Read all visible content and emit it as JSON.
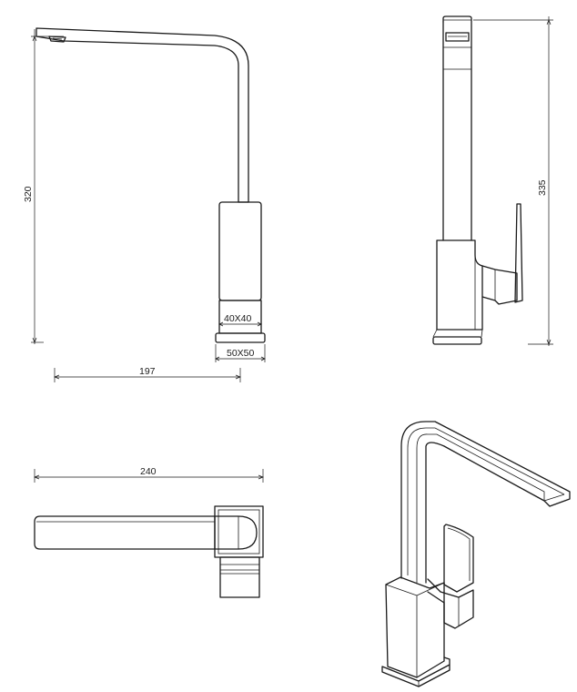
{
  "dimensions": {
    "side_height": "320",
    "base_inner": "40X40",
    "base_outer": "50X50",
    "spout_reach": "197",
    "front_height": "335",
    "top_length": "240"
  }
}
